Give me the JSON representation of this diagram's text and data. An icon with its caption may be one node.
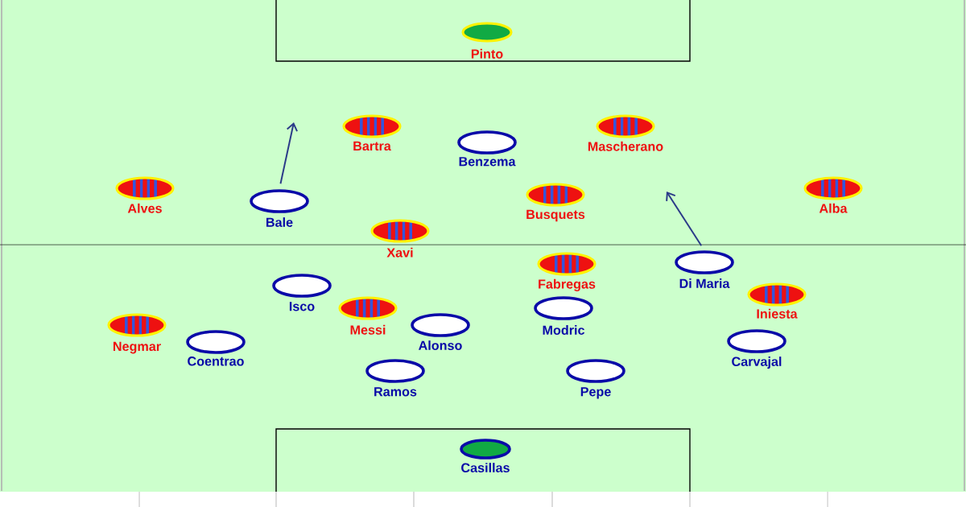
{
  "diagram": {
    "nodes": [
      {
        "text": [
          "Pinto"
        ]
      },
      {
        "text": [
          "Bartra"
        ]
      },
      {
        "text": [
          "Mascherano"
        ]
      },
      {
        "text": [
          "Benzema"
        ]
      },
      {
        "text": [
          "Alves"
        ]
      },
      {
        "text": [
          "Alba"
        ]
      },
      {
        "text": [
          "Busquets"
        ]
      },
      {
        "text": [
          "Bale"
        ]
      },
      {
        "text": [
          "Xavi"
        ]
      },
      {
        "text": [
          "Fabregas"
        ]
      },
      {
        "text": [
          "Di Maria"
        ]
      },
      {
        "text": [
          "Isco"
        ]
      },
      {
        "text": [
          "Iniesta"
        ]
      },
      {
        "text": [
          "Messi"
        ]
      },
      {
        "text": [
          "Modric"
        ]
      },
      {
        "text": [
          "Negmar"
        ]
      },
      {
        "text": [
          "Alonso"
        ]
      },
      {
        "text": [
          "Coentrao"
        ]
      },
      {
        "text": [
          "Carvajal"
        ]
      },
      {
        "text": [
          "Ramos"
        ]
      },
      {
        "text": [
          "Pepe"
        ]
      },
      {
        "text": [
          "Casillas"
        ]
      }
    ],
    "edges": [
      {
        "from": 7,
        "to": null,
        "arrow": "to"
      },
      {
        "from": 10,
        "to": null,
        "arrow": "to"
      }
    ]
  }
}
